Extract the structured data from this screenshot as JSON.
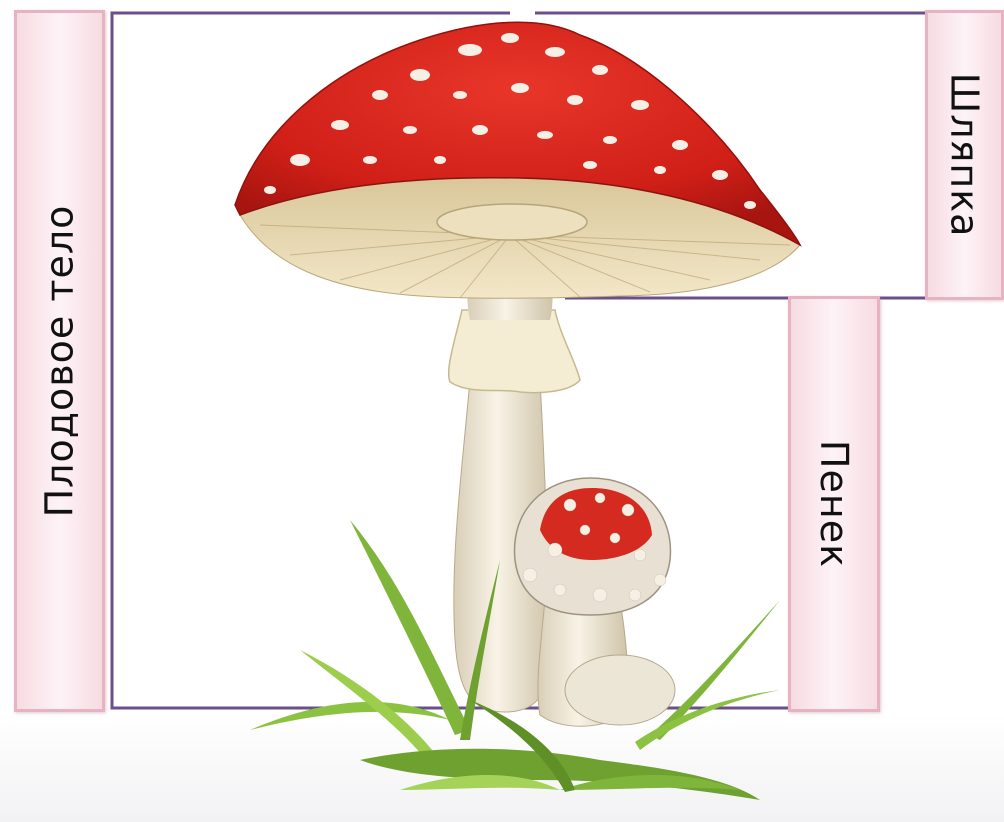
{
  "labels": {
    "fruit_body": "Плодовое тело",
    "cap": "Шляпка",
    "stem": "Пенек"
  },
  "colors": {
    "frame_line": "#6b4f8a",
    "label_border": "#e6b3c3",
    "label_fill": "#f7dbe3",
    "cap_red": "#d9261c",
    "stem_cream": "#f1ead6",
    "grass_green": "#7fb53a"
  }
}
